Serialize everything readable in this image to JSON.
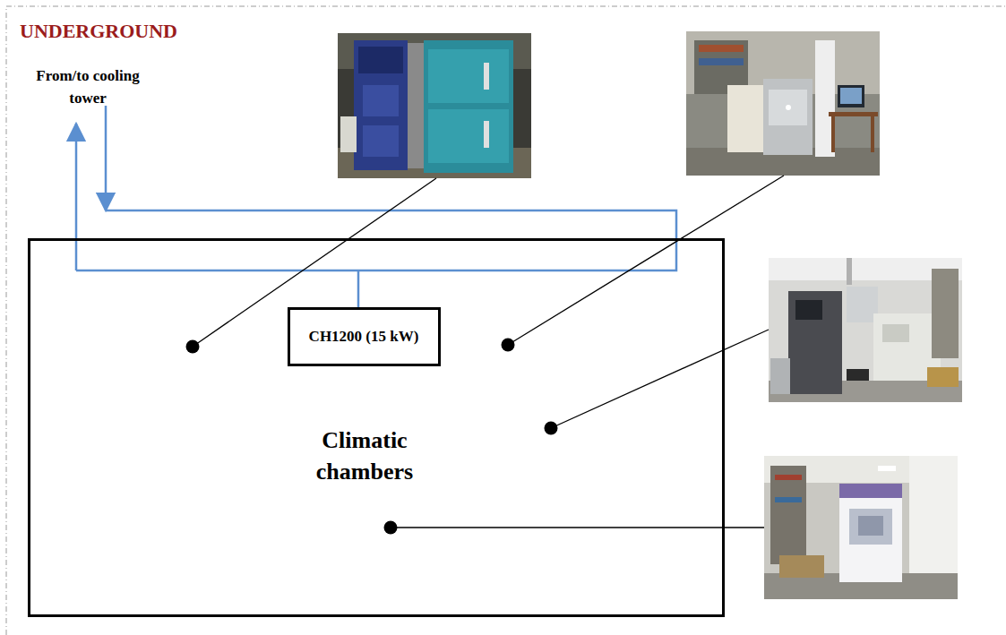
{
  "diagram": {
    "title": "UNDERGROUND",
    "nodes": [
      {
        "text": [
          "Climatic chambers"
        ]
      },
      {
        "text": [
          "CH1200 (15 kW)"
        ],
        "in": 0
      }
    ],
    "labels": [
      "From/to cooling tower"
    ]
  }
}
